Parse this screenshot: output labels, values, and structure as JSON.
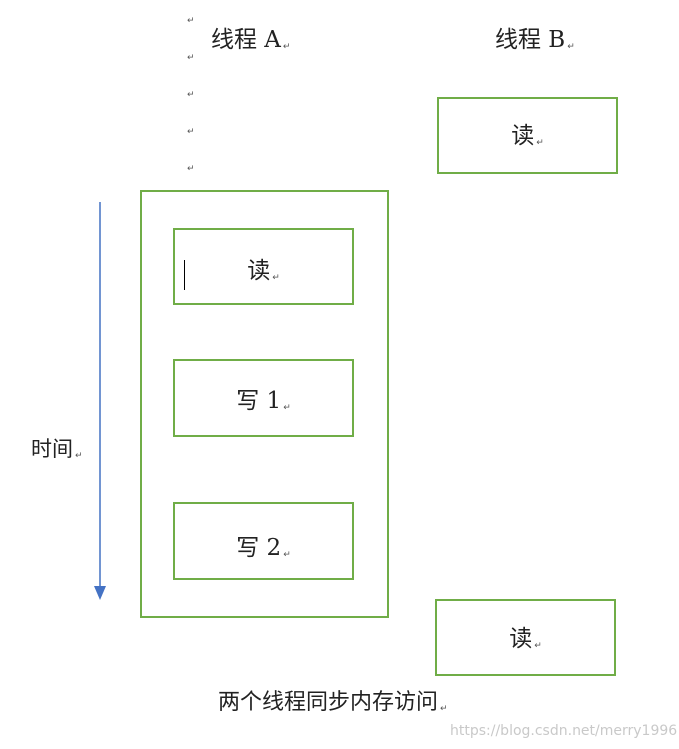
{
  "headers": {
    "thread_a": "线程 A",
    "thread_b": "线程 B"
  },
  "return_mark": "↵",
  "paragraph_marks": [
    "↵",
    "↵",
    "↵",
    "↵",
    "↵"
  ],
  "thread_b_boxes": {
    "top": "读",
    "bottom": "读"
  },
  "thread_a_boxes": {
    "read": "读",
    "write1": "写 1",
    "write2": "写 2"
  },
  "time_axis": {
    "label": "时间"
  },
  "caption": "两个线程同步内存访问",
  "watermark": "https://blog.csdn.net/merry1996",
  "colors": {
    "box_border": "#70ad47",
    "arrow": "#4472c4",
    "text": "#222222",
    "watermark": "#c9c9c9"
  }
}
